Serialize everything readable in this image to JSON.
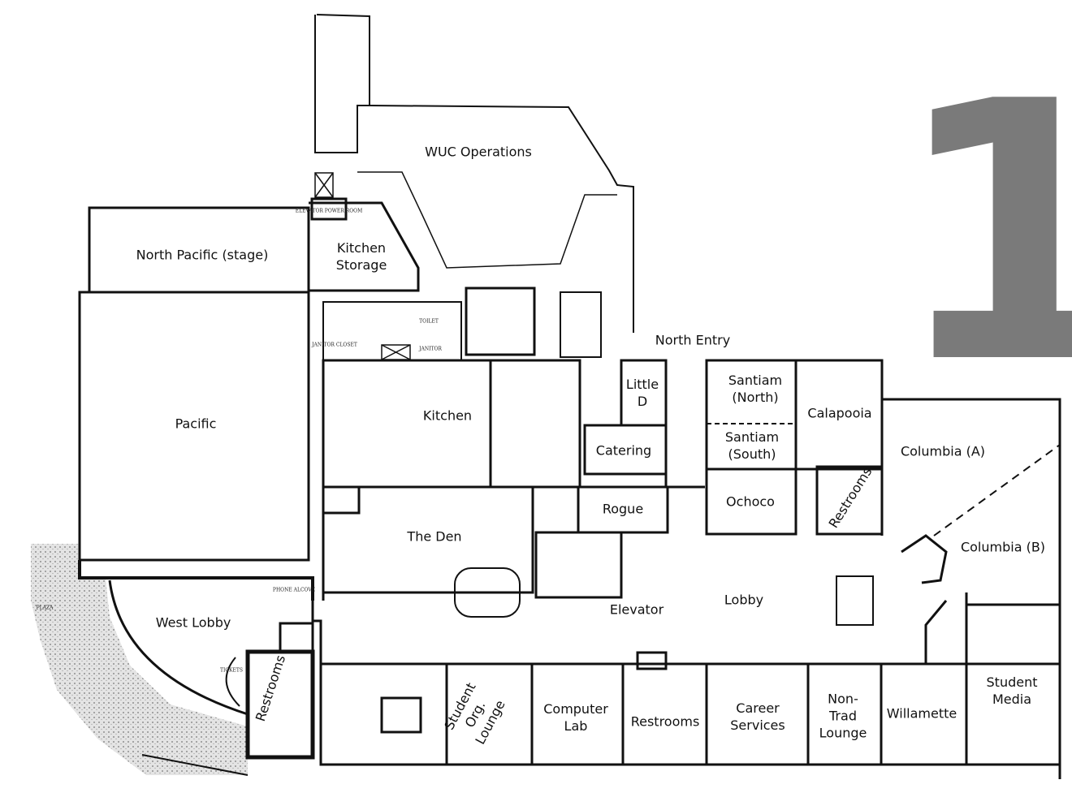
{
  "floor_number": "1",
  "rooms": {
    "wuc_operations": "WUC Operations",
    "north_pacific": "North Pacific (stage)",
    "kitchen_storage_1": "Kitchen",
    "kitchen_storage_2": "Storage",
    "pacific": "Pacific",
    "kitchen": "Kitchen",
    "north_entry": "North Entry",
    "little_d_1": "Little",
    "little_d_2": "D",
    "santiam_north_1": "Santiam",
    "santiam_north_2": "(North)",
    "santiam_south_1": "Santiam",
    "santiam_south_2": "(South)",
    "calapooia": "Calapooia",
    "columbia_a": "Columbia (A)",
    "catering": "Catering",
    "rogue": "Rogue",
    "ochoco": "Ochoco",
    "restrooms_east": "Restrooms",
    "columbia_b": "Columbia (B)",
    "the_den": "The Den",
    "west_lobby": "West Lobby",
    "elevator": "Elevator",
    "lobby": "Lobby",
    "restrooms_west": "Restrooms",
    "student_org_1": "Student",
    "student_org_2": "Org.",
    "student_org_3": "Lounge",
    "computer_lab_1": "Computer",
    "computer_lab_2": "Lab",
    "restrooms_south": "Restrooms",
    "career_1": "Career",
    "career_2": "Services",
    "nontrad_1": "Non-",
    "nontrad_2": "Trad",
    "nontrad_3": "Lounge",
    "willamette": "Willamette",
    "student_media_1": "Student",
    "student_media_2": "Media"
  },
  "small_labels": {
    "elevator_power_room": "ELEVATOR POWER ROOM",
    "janitor_closet": "JANITOR CLOSET",
    "toilet": "TOILET",
    "janitor": "JANITOR",
    "phone_alcove": "PHONE ALCOVE",
    "plaza": "PLAZA",
    "tickets": "TICKETS"
  },
  "colors": {
    "wall": "#111111",
    "floor_number": "#7a7a7a",
    "plaza": "#cfcfcf"
  }
}
